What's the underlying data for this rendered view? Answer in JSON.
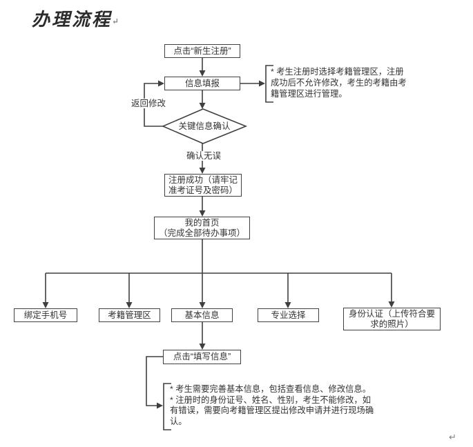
{
  "document": {
    "title": "办理流程",
    "paragraph_mark": "↵",
    "trailing_mark": "↵"
  },
  "flowchart": {
    "nodes": {
      "click_register": "点击“新生注册”",
      "info_fill": "信息填报",
      "key_info_confirm": "关键信息确认",
      "register_success": [
        "注册成功（请牢记",
        "准考证号及密码）"
      ],
      "my_homepage": [
        "我的首页",
        "（完成全部待办事项）"
      ],
      "bind_phone": "绑定手机号",
      "exam_registry_area": "考籍管理区",
      "basic_info": "基本信息",
      "major_selection": "专业选择",
      "identity_auth": [
        "身份认证（上传符合要",
        "求的照片）"
      ],
      "click_fill_info": "点击“填写信息”"
    },
    "edge_labels": {
      "return_modify": "返回修改",
      "confirm_correct": "确认无误"
    },
    "notes": {
      "registration_note": [
        "* 考生注册时选择考籍管理区，注册",
        "成功后不允许修改，考生的考籍由考",
        "籍管理区进行管理。"
      ],
      "basic_info_note": [
        "* 考生需要完善基本信息，包括查看信息、修改信息。",
        "* 注册时的身份证号、姓名、性别，考生不能修改，如",
        "有错误，需要向考籍管理区提出修改申请并进行现场确",
        "认。"
      ]
    },
    "colors": {
      "line": "#3f3f3f",
      "text": "#333333",
      "mark_gray": "#808080"
    }
  }
}
